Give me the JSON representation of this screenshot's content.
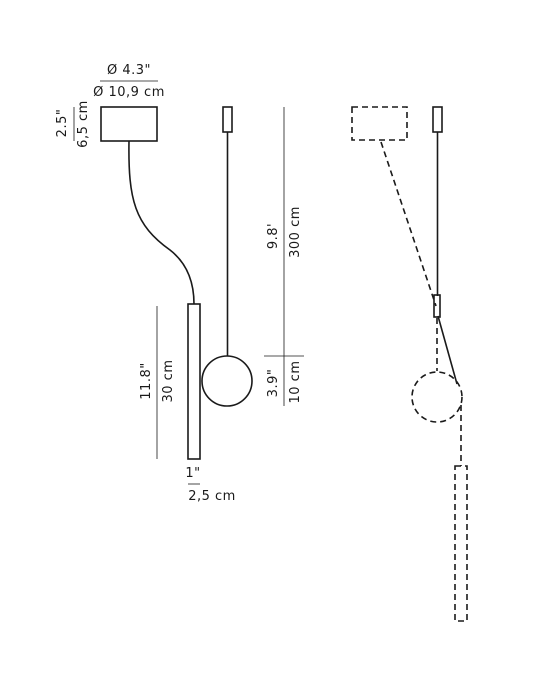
{
  "canopy": {
    "diameter_in": "Ø 4.3\"",
    "diameter_cm": "Ø 10,9 cm",
    "height_in": "2.5\"",
    "height_cm": "6,5 cm"
  },
  "cable": {
    "length_ft": "9.8'",
    "length_cm": "300 cm"
  },
  "tube": {
    "length_in": "11.8\"",
    "length_cm": "30 cm",
    "diameter_in": "1\"",
    "diameter_cm": "2,5 cm"
  },
  "sphere": {
    "diameter_in": "3.9\"",
    "diameter_cm": "10 cm"
  }
}
